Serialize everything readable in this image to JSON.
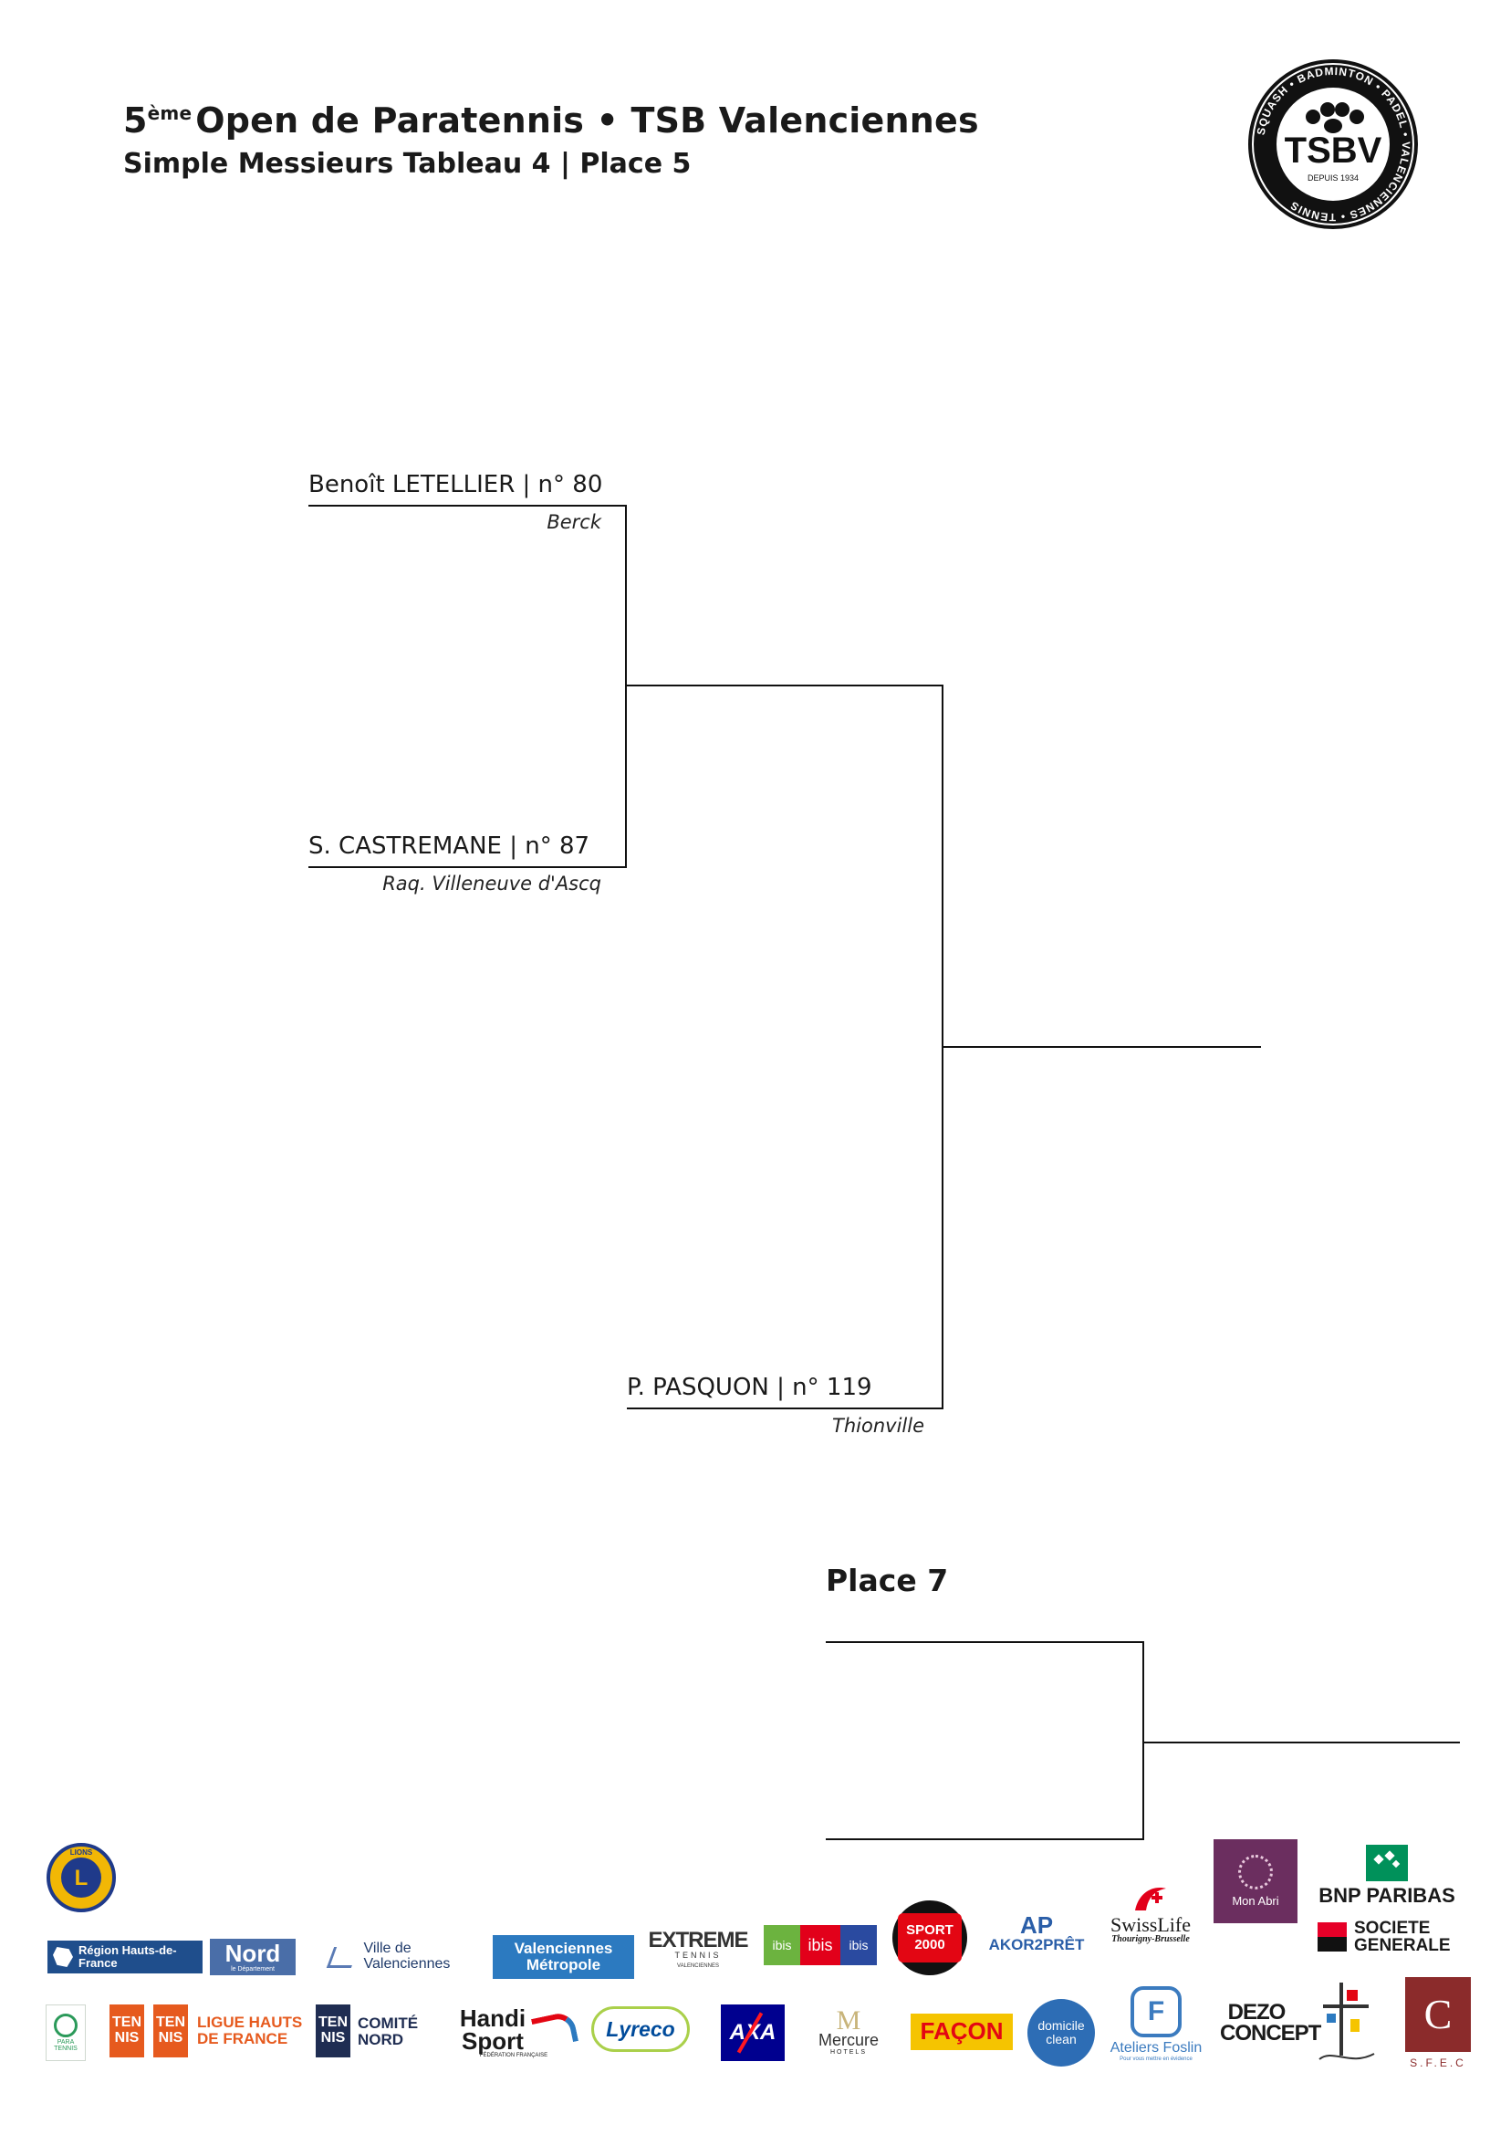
{
  "header": {
    "title_sup": "ème",
    "title_num": "5",
    "title_rest": "Open de Paratennis • TSB Valenciennes",
    "subtitle": "Simple Messieurs Tableau 4 | Place 5"
  },
  "club_logo": {
    "main": "TSBV",
    "ring_text": "SQUASH • BADMINTON • PADEL • VALENCIENNES • TENNIS",
    "since": "DEPUIS 1934"
  },
  "bracket": {
    "players": [
      {
        "name": "Benoît LETELLIER | n° 80",
        "club": "Berck"
      },
      {
        "name": "S. CASTREMANE | n° 87",
        "club": "Raq. Villeneuve d'Ascq"
      },
      {
        "name": "P. PASQUON | n° 119",
        "club": "Thionville"
      }
    ],
    "place7_label": "Place 7"
  },
  "sponsors": {
    "lions": "LIONS",
    "region": "Région Hauts-de-France",
    "nord": "Nord",
    "nord_sub": "le Département",
    "ville": "Ville de Valenciennes",
    "val_metropole": "Valenciennes Métropole",
    "extreme": "EXTREME",
    "extreme_sub": "TENNIS",
    "extreme_city": "VALENCIENNES",
    "ibis": "ibis",
    "sport2000": "SPORT 2000",
    "akor": "AKOR2PRÊT",
    "swisslife": "SwissLife",
    "swisslife_sub": "Thourigny-Brusselle",
    "mon_abri": "Mon Abri",
    "bnp": "BNP PARIBAS",
    "socgen": "SOCIETE GENERALE",
    "para_tennis": "PARA TENNIS",
    "ten": "TEN",
    "nis": "NIS",
    "ligue": "LIGUE HAUTS DE FRANCE",
    "comite": "COMITÉ NORD",
    "handisport": "Handi Sport",
    "handisport_sub": "FÉDÉRATION FRANÇAISE",
    "lyreco": "Lyreco",
    "axa": "AXA",
    "mercure": "Mercure",
    "mercure_sub": "HOTELS",
    "facon": "FAÇON",
    "domicile": "domicile clean",
    "foslin": "Ateliers Foslin",
    "foslin_sub": "Pour vous mettre en évidence",
    "dezo": "DEZO CONCEPT",
    "sfec": "S.F.E.C"
  },
  "colors": {
    "line": "#111111",
    "region_blue": "#1f4e8c",
    "nord_blue": "#4a6ea8",
    "metropole_blue": "#2c7ac0",
    "ibis_green": "#6cb33f",
    "ibis_red": "#e2001a",
    "ibis_blue": "#2a4aa0",
    "sport2000_red": "#e30613",
    "swisslife_red": "#e2001a",
    "mon_abri_purple": "#6b2e5f",
    "bnp_green": "#00915a",
    "socgen_red": "#e60028",
    "ligue_orange": "#e65a1e",
    "comite_navy": "#1f2d52",
    "handisport_red": "#e30613",
    "lyreco_blue": "#004b9b",
    "axa_blue": "#00008f",
    "axa_red": "#ff1721",
    "facon_yellow": "#f5c400",
    "domicile_blue": "#2d6db5",
    "foslin_blue": "#3b7bbf",
    "sfec_maroon": "#8b2b2b"
  }
}
